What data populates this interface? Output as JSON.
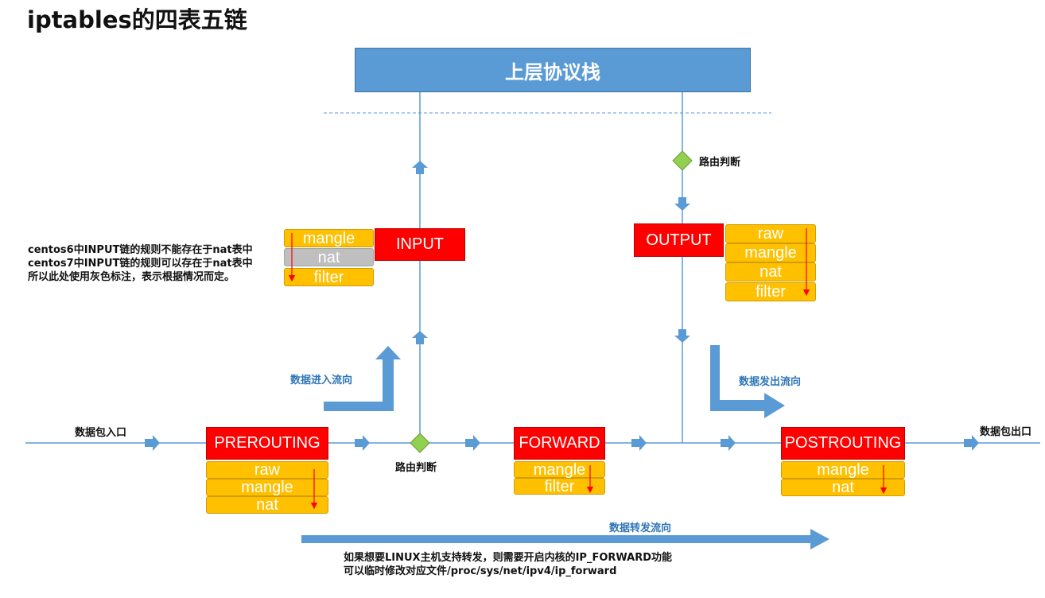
{
  "title": "iptables的四表五链",
  "protocol_stack": "上层协议栈",
  "chains": {
    "prerouting": "PREROUTING",
    "input": "INPUT",
    "forward": "FORWARD",
    "output": "OUTPUT",
    "postrouting": "POSTROUTING"
  },
  "tables": {
    "prerouting": [
      "raw",
      "mangle",
      "nat"
    ],
    "input": [
      "mangle",
      "nat",
      "filter"
    ],
    "forward": [
      "mangle",
      "filter"
    ],
    "output": [
      "raw",
      "mangle",
      "nat",
      "filter"
    ],
    "postrouting": [
      "mangle",
      "nat"
    ]
  },
  "labels": {
    "packet_in": "数据包入口",
    "packet_out": "数据包出口",
    "routing_bottom": "路由判断",
    "routing_top": "路由判断",
    "flow_in": "数据进入流向",
    "flow_out": "数据发出流向",
    "flow_forward": "数据转发流向"
  },
  "input_note": [
    "centos6中INPUT链的规则不能存在于nat表中",
    "centos7中INPUT链的规则可以存在于nat表中",
    "所以此处使用灰色标注，表示根据情况而定。"
  ],
  "forward_note": [
    "如果想要LINUX主机支持转发，则需要开启内核的IP_FORWARD功能",
    "可以临时修改对应文件/proc/sys/net/ipv4/ip_forward"
  ],
  "colors": {
    "chain": "#ff0000",
    "table": "#ffc000",
    "table_disabled": "#bfbfbf",
    "stack": "#5b9bd5",
    "line": "#5b9bd5",
    "diamond": "#92d050",
    "label_blue": "#2e75b6"
  }
}
